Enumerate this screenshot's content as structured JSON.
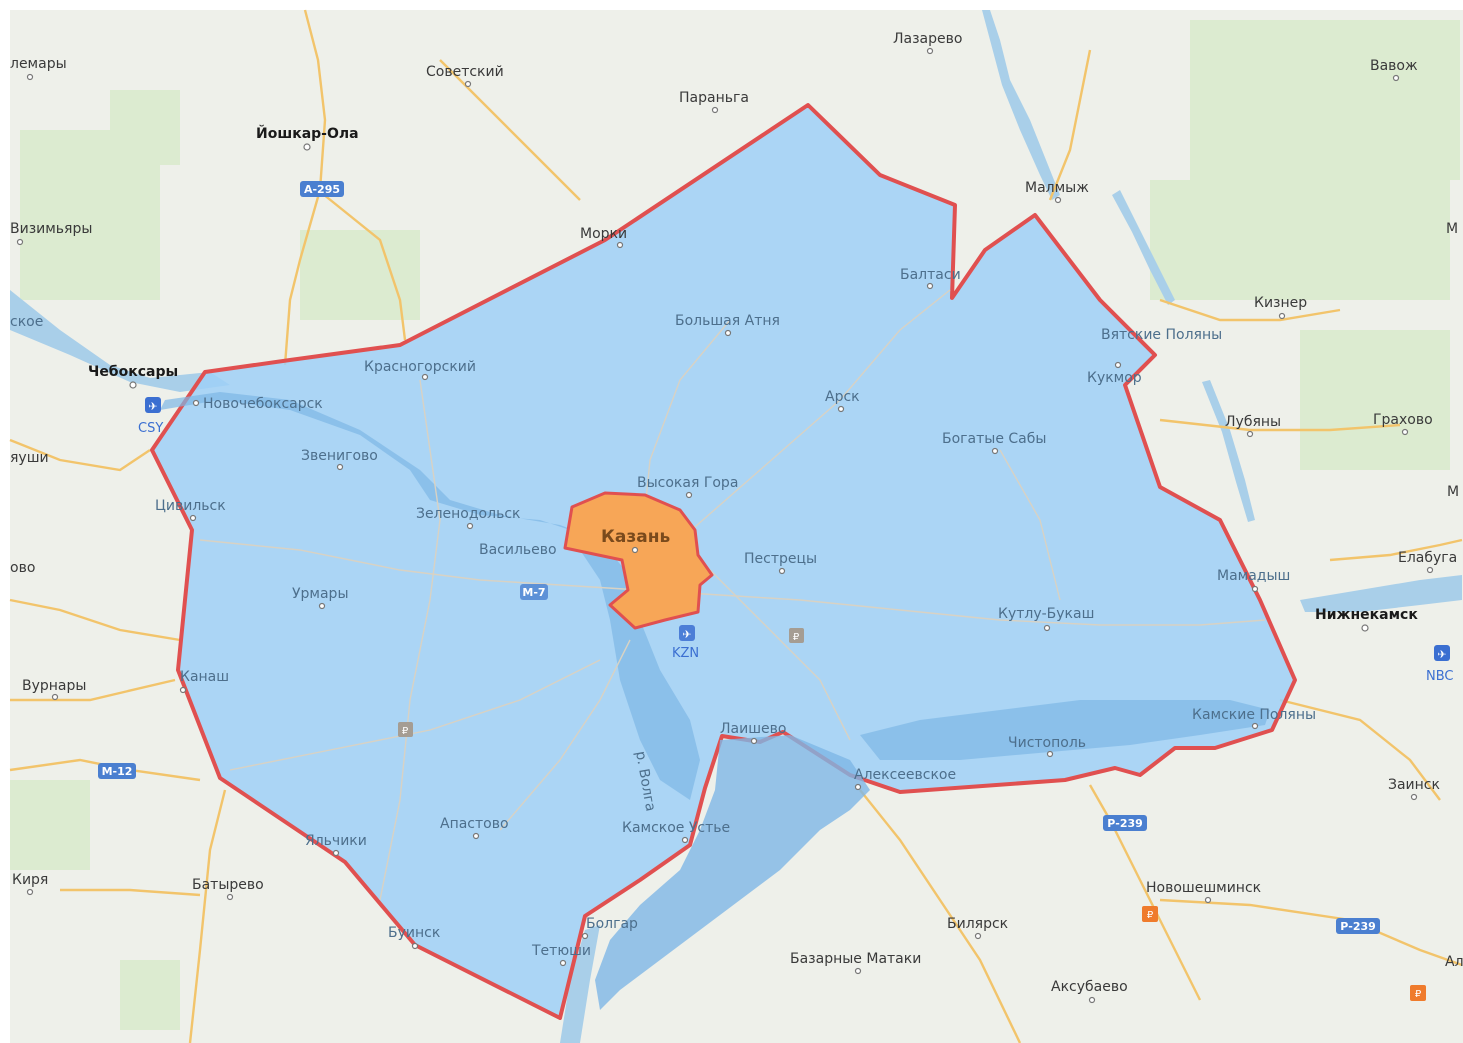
{
  "map": {
    "colors": {
      "land": "#eef0ea",
      "water": "#a9cfe9",
      "zone_fill": "#9fd0f7",
      "zone_border": "#e05050",
      "city_fill": "#f7a657",
      "road": "#f2c46b",
      "shield": "#4a7fd0"
    },
    "zone_label": "",
    "places": {
      "lemary": "лемары",
      "sovetsky": "Советский",
      "lazarevo": "Лазарево",
      "vavozh": "Вавож",
      "paranga": "Параньга",
      "yoshkar_ola": "Йошкар-Ола",
      "malmyzh": "Малмыж",
      "vizimyary": "Визимьяры",
      "morki": "Морки",
      "m_edge": "М",
      "baltasi": "Балтаси",
      "kizner": "Кизнер",
      "skoe": "ское",
      "bolshaya_atnya": "Большая Атня",
      "vyatskie_polyany": "Вятские Поляны",
      "cheboksary": "Чебоксары",
      "krasnogorsky": "Красногорский",
      "kukmor": "Кукмор",
      "novocheboksarsk": "Новочебоксарск",
      "arsk": "Арск",
      "lubyany": "Лубяны",
      "grakhovo": "Грахово",
      "yushi": "яуши",
      "zvenigovo": "Звенигово",
      "bogatye_saby": "Богатые Сабы",
      "vysokaya_gora": "Высокая Гора",
      "tsivilsk": "Цивильск",
      "zelenodolsk": "Зеленодольск",
      "kazan": "Казань",
      "vasilevo": "Васильево",
      "m_edge2": "М",
      "pestretsy": "Пестрецы",
      "elabuga": "Елабуга",
      "mamadysh": "Мамадыш",
      "ovo": "ово",
      "urmary": "Урмары",
      "kutlu_bukash": "Кутлу-Букаш",
      "nizhnekamsk": "Нижнекамск",
      "kanash": "Канаш",
      "vurnary": "Вурнары",
      "kamskie_polyany": "Камские Поляны",
      "laishevo": "Лаишево",
      "chistopol": "Чистополь",
      "alekseevskoe": "Алексеевское",
      "zainsk": "Заинск",
      "apastovo": "Апастово",
      "kamskoe_uste": "Камское Устье",
      "yalchiki": "Яльчики",
      "kirya": "Киря",
      "batyrevo": "Батырево",
      "novosheshminsk": "Новошешминск",
      "buinsk": "Буинск",
      "bolgar": "Болгар",
      "bilyarsk": "Билярск",
      "tetyushi": "Тетюши",
      "bazarnye_mataki": "Базарные Матаки",
      "al_edge": "Ал",
      "aksubaevo": "Аксубаево",
      "volga": "р. Волга"
    },
    "roads": {
      "a295": "А-295",
      "m7": "М-7",
      "m12": "М-12",
      "p239a": "Р-239",
      "p239b": "Р-239"
    },
    "airports": {
      "csy": "CSY",
      "kzn": "KZN",
      "nbc": "NBC"
    },
    "icons": {
      "airport": "airplane-icon",
      "fuel": "fuel-station-icon"
    }
  }
}
